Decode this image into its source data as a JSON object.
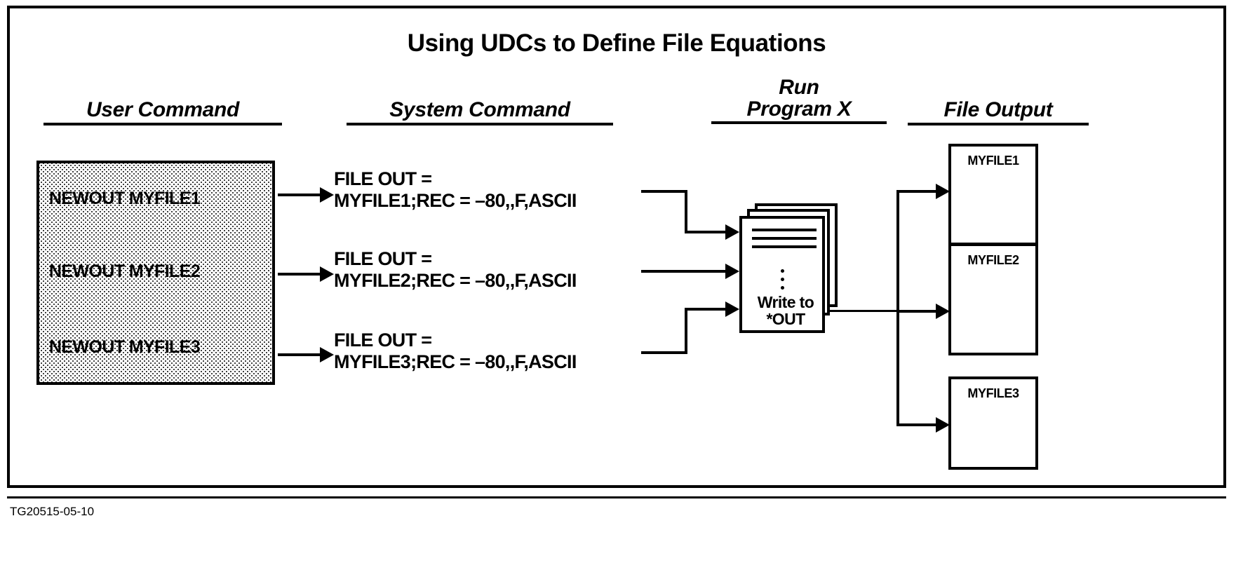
{
  "figure": {
    "title": "Using UDCs to Define File Equations",
    "caption": "TG20515-05-10"
  },
  "columns": {
    "user_command": "User Command",
    "system_command": "System Command",
    "run_program_line1": "Run",
    "run_program_line2": "Program  X",
    "file_output": "File Output"
  },
  "user_commands": [
    {
      "text": "NEWOUT MYFILE1"
    },
    {
      "text": "NEWOUT MYFILE2"
    },
    {
      "text": "NEWOUT MYFILE3"
    }
  ],
  "system_commands": [
    {
      "line1": "FILE OUT =",
      "line2": "MYFILE1;REC = –80,,F,ASCII"
    },
    {
      "line1": "FILE OUT =",
      "line2": "MYFILE2;REC = –80,,F,ASCII"
    },
    {
      "line1": "FILE OUT =",
      "line2": "MYFILE3;REC = –80,,F,ASCII"
    }
  ],
  "program": {
    "write_line1": "Write to",
    "write_line2": "*OUT"
  },
  "outputs": [
    {
      "label": "MYFILE1"
    },
    {
      "label": "MYFILE2"
    },
    {
      "label": "MYFILE3"
    }
  ],
  "colors": {
    "ink": "#000000",
    "paper": "#ffffff"
  }
}
